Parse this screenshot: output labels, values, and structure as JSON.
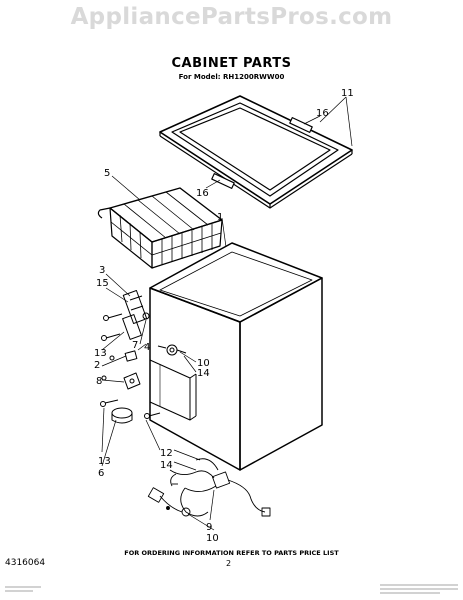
{
  "watermark": "AppliancePartsPros.com",
  "title": "Cabinet Parts",
  "subtitle": "For Model: RH1200RWW00",
  "callouts": {
    "c1": "1",
    "c2": "2",
    "c3": "3",
    "c4": "4",
    "c5": "5",
    "c6": "6",
    "c7": "7",
    "c8": "8",
    "c9": "9",
    "c10a": "10",
    "c10b": "10",
    "c11": "11",
    "c12": "12",
    "c13a": "13",
    "c13b": "13",
    "c14a": "14",
    "c14b": "14",
    "c15": "15",
    "c16a": "16",
    "c16b": "16"
  },
  "footer": {
    "ordering_note": "FOR ORDERING INFORMATION REFER TO PARTS PRICE LIST",
    "page_number": "2",
    "document_number": "4316064"
  }
}
